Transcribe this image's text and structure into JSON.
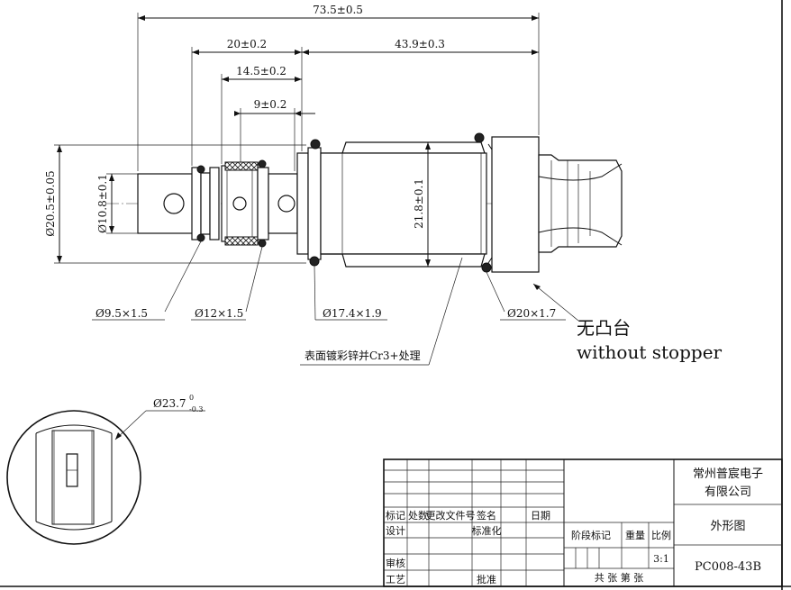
{
  "dimensions": {
    "overall_length": "73.5±0.5",
    "left_section": "20±0.2",
    "right_section": "43.9±0.3",
    "mid_section": "14.5±0.2",
    "groove": "9±0.2",
    "outer_dia": "Ø20.5±0.05",
    "inner_dia": "Ø10.8±0.1",
    "body_dia": "21.8±0.1",
    "end_dia_main": "Ø23.7",
    "end_dia_upper": "0",
    "end_dia_lower": "-0.3"
  },
  "callouts": {
    "oring_1": "Ø9.5×1.5",
    "oring_2": "Ø12×1.5",
    "oring_3": "Ø17.4×1.9",
    "oring_4": "Ø20×1.7",
    "surface_treatment": "表面镀彩锌并Cr3+处理",
    "no_stopper_cn": "无凸台",
    "no_stopper_en": "without stopper"
  },
  "title_block": {
    "company_line1": "常州普宸电子",
    "company_line2": "有限公司",
    "drawing_name": "外形图",
    "drawing_number": "PC008-43B",
    "scale": "3:1",
    "hdr_mark": "标记",
    "hdr_count": "处数",
    "hdr_doc": "更改文件号",
    "hdr_sign": "签名",
    "hdr_date": "日期",
    "design": "设计",
    "standardize": "标准化",
    "stage_mark": "阶段标记",
    "weight": "重量",
    "scale_label": "比例",
    "review": "审核",
    "process": "工艺",
    "approve": "批准",
    "sheets": "共 张 第 张"
  }
}
